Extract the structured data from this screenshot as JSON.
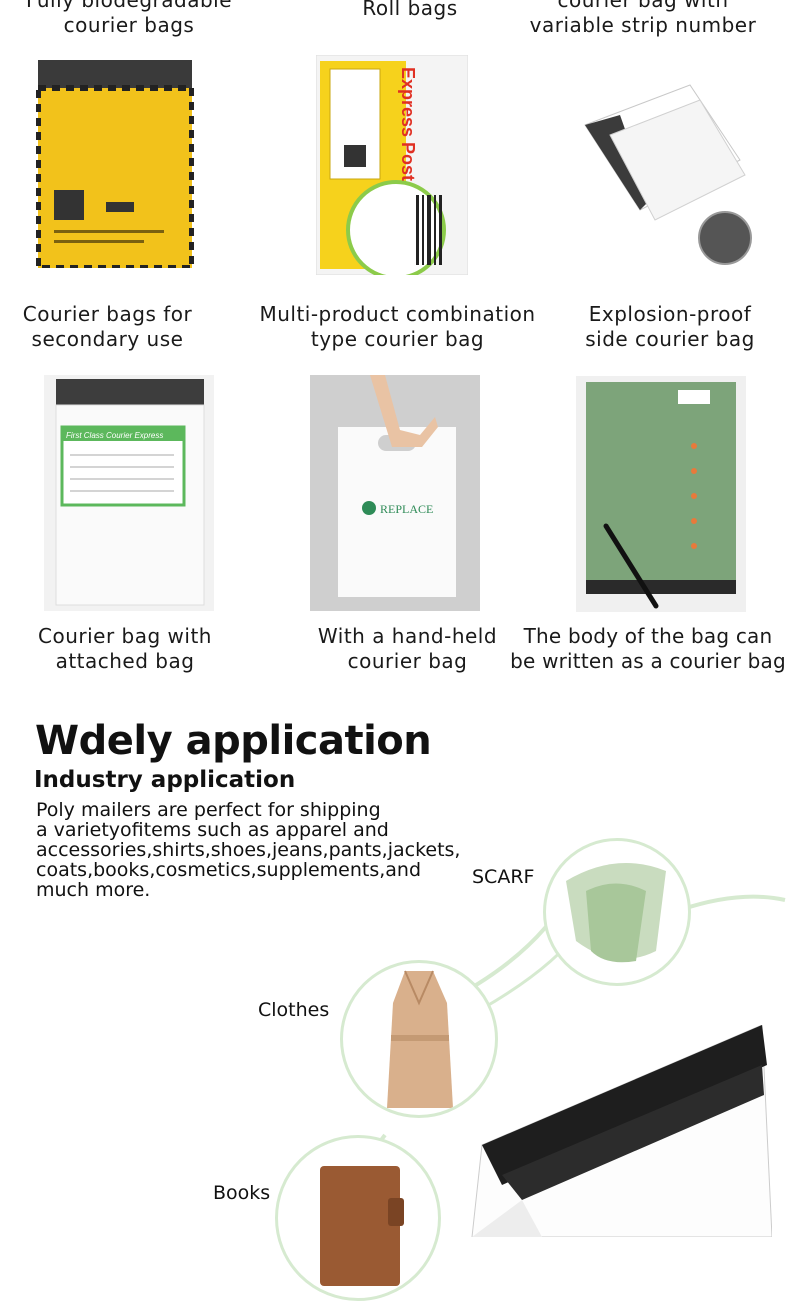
{
  "top_row_captions": [
    {
      "line1": "Fully biodegradable",
      "line2": "courier bags"
    },
    {
      "line1": "Roll bags",
      "line2": ""
    },
    {
      "line1": "courier bag with",
      "line2": "variable strip number"
    }
  ],
  "row2_captions": [
    {
      "line1": "Courier bags for",
      "line2": "secondary use"
    },
    {
      "line1": "Multi-product combination",
      "line2": "type courier bag"
    },
    {
      "line1": "Explosion-proof",
      "line2": "side courier bag"
    }
  ],
  "row3_captions": [
    {
      "line1": "Courier bag with",
      "line2": "attached bag"
    },
    {
      "line1": "With a hand-held",
      "line2": "courier bag"
    },
    {
      "line1": "The body of the bag can",
      "line2": "be written as a courier bag"
    }
  ],
  "products": {
    "express": {
      "brand": "Express Post"
    },
    "handheld": {
      "brand": "REPLACE"
    },
    "attached": {
      "header": "First Class Courier Express"
    }
  },
  "application": {
    "title": "Wdely application",
    "subtitle": "Industry application",
    "description_lines": [
      "Poly mailers are perfect for shipping",
      "a varietyofitems such as apparel and",
      "accessories,shirts,shoes,jeans,pants,jackets,",
      "coats,books,cosmetics,supplements,and",
      "much more."
    ],
    "labels": {
      "scarf": "SCARF",
      "clothes": "Clothes",
      "books": "Books"
    }
  },
  "colors": {
    "yellow_bag": "#f2c21b",
    "express_red": "#e03023",
    "green_bag": "#7da47a",
    "connector_green": "#d6ead0"
  }
}
